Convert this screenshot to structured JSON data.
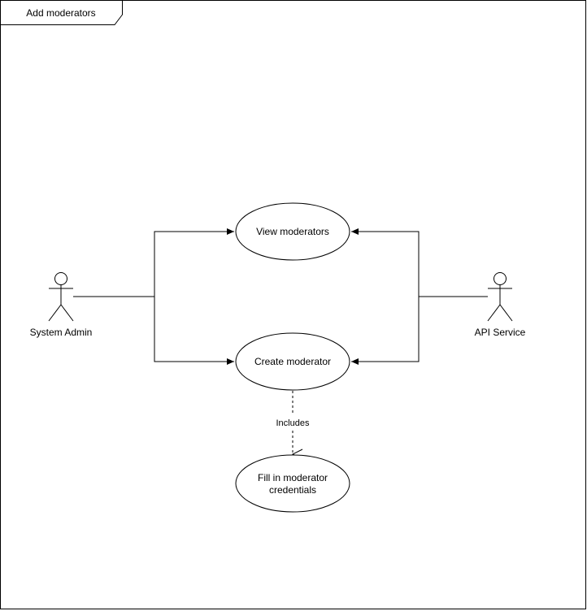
{
  "frame": {
    "title": "Add moderators"
  },
  "actors": {
    "system_admin": "System Admin",
    "api_service": "API Service"
  },
  "use_cases": {
    "view_moderators": "View moderators",
    "create_moderator": "Create moderator",
    "fill_credentials_line1": "Fill in moderator",
    "fill_credentials_line2": "credentials"
  },
  "relations": {
    "includes_label": "Includes"
  }
}
